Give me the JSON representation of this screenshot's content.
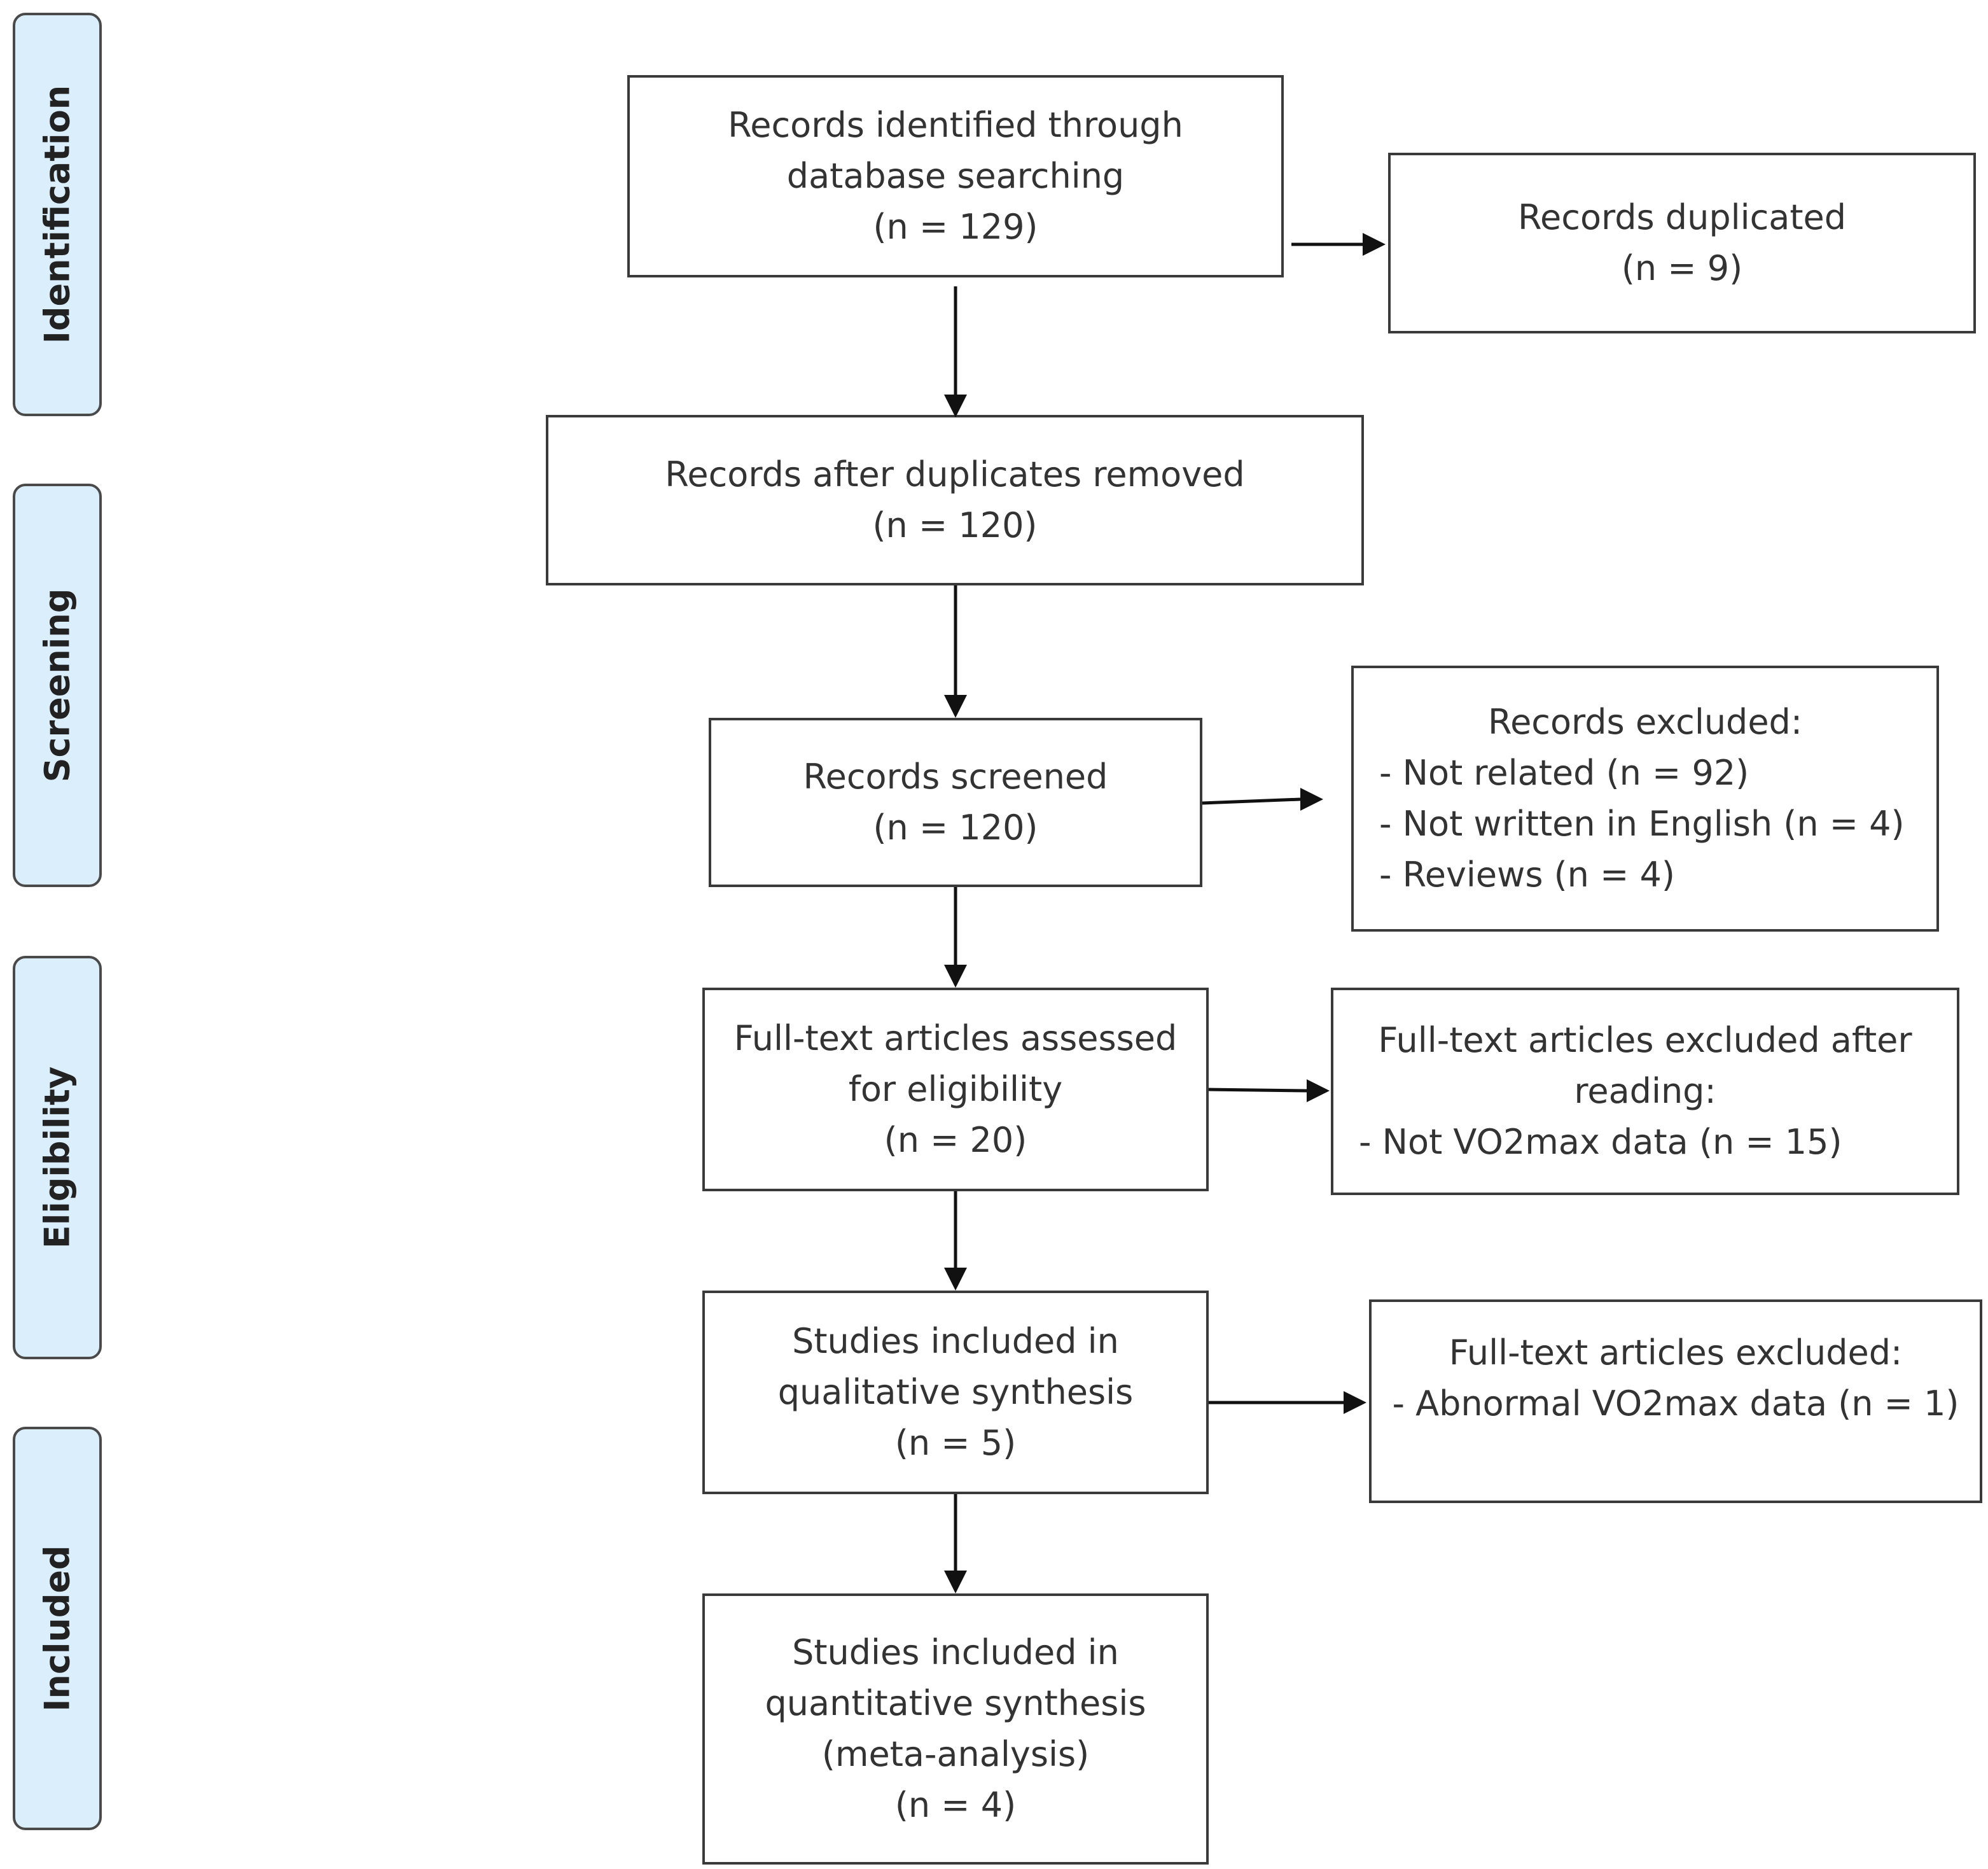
{
  "stages": {
    "identification": "Identification",
    "screening": "Screening",
    "eligibility": "Eligibility",
    "included": "Included"
  },
  "boxes": {
    "identified": [
      "Records identified through",
      "database searching",
      "(n = 129)"
    ],
    "duplicated": [
      "Records duplicated",
      "(n = 9)"
    ],
    "after_duplicates": [
      "Records after duplicates removed",
      "(n = 120)"
    ],
    "screened": [
      "Records screened",
      "(n = 120)"
    ],
    "excluded_screening": {
      "heading": "Records excluded:",
      "items": [
        "- Not related (n = 92)",
        "- Not written in English (n = 4)",
        "- Reviews (n = 4)"
      ]
    },
    "fulltext_assessed": [
      "Full-text articles assessed",
      "for eligibility",
      "(n = 20)"
    ],
    "fulltext_excluded": [
      "Full-text articles excluded after",
      "reading:",
      "- Not VO2max data (n = 15)"
    ],
    "qualitative": [
      "Studies included in",
      "qualitative synthesis",
      "(n = 5)"
    ],
    "excluded_abnormal": [
      "Full-text articles excluded:",
      "- Abnormal VO2max data (n = 1)"
    ],
    "quantitative": [
      "Studies included in",
      "quantitative synthesis",
      "(meta-analysis)",
      "(n = 4)"
    ]
  }
}
